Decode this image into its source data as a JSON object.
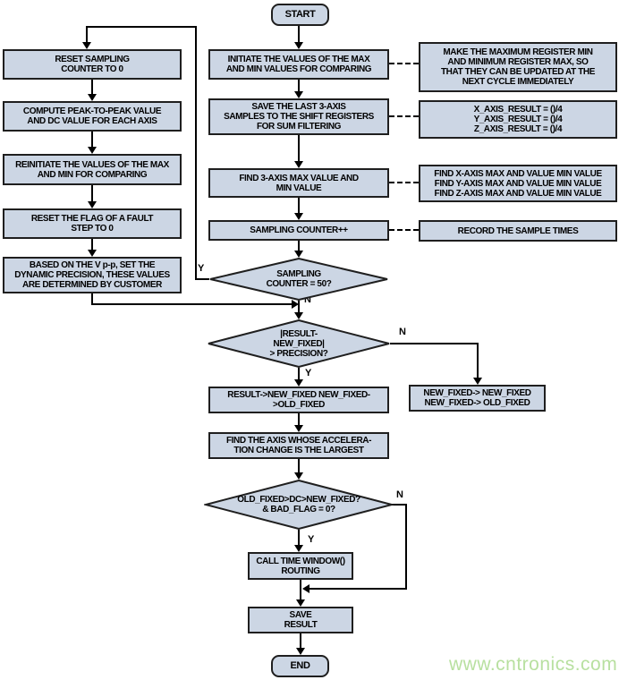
{
  "diagram": {
    "watermark": "www.cntronics.com",
    "nodes": {
      "start": "START",
      "end": "END",
      "reset_sampling_counter": "RESET SAMPLING\nCOUNTER TO 0",
      "compute_peak_to_peak": "COMPUTE PEAK-TO-PEAK VALUE\nAND DC VALUE FOR EACH AXIS",
      "reinitiate_max_min": "REINITIATE THE VALUES OF THE MAX\nAND MIN FOR COMPARING",
      "reset_fault_flag": "RESET THE FLAG OF A FAULT\nSTEP TO 0",
      "dynamic_precision": "BASED ON THE V p-p, SET THE\nDYNAMIC PRECISION, THESE VALUES\nARE DETERMINED BY CUSTOMER",
      "init_max_min": "INITIATE THE VALUES OF THE MAX\nAND MIN VALUES FOR COMPARING",
      "save_shift_registers": "SAVE THE LAST 3-AXIS\nSAMPLES TO THE SHIFT REGISTERS\nFOR SUM FILTERING",
      "find_3axis_max_min": "FIND 3-AXIS MAX VALUE AND\nMIN VALUE",
      "sampling_counter_inc": "SAMPLING COUNTER++",
      "dec_counter_50": "SAMPLING\nCOUNTER = 50?",
      "dec_precision": "|RESULT-\nNEW_FIXED|\n> PRECISION?",
      "result_to_new_fixed": "RESULT->NEW_FIXED NEW_FIXED-\n>OLD_FIXED",
      "find_largest_axis": "FIND THE AXIS WHOSE ACCELERA-\nTION CHANGE IS THE LARGEST",
      "dec_old_fixed": "OLD_FIXED>DC>NEW_FIXED?\n& BAD_FLAG = 0?",
      "call_time_window": "CALL TIME WINDOW()\nROUTING",
      "save_result": "SAVE\nRESULT",
      "note_make_max_min": "MAKE THE MAXIMUM REGISTER MIN\nAND MINIMUM REGISTER MAX, SO\nTHAT THEY CAN BE UPDATED AT THE\nNEXT CYCLE IMMEDIATELY",
      "note_axis_result": "X_AXIS_RESULT = ()/4\nY_AXIS_RESULT = ()/4\nZ_AXIS_RESULT = ()/4",
      "note_find_axis": "FIND X-AXIS MAX AND VALUE MIN VALUE\nFIND Y-AXIS MAX AND VALUE MIN VALUE\nFIND Z-AXIS MAX AND VALUE MIN VALUE",
      "note_record_times": "RECORD THE SAMPLE TIMES",
      "new_fixed_assign": "NEW_FIXED-> NEW_FIXED\nNEW_FIXED-> OLD_FIXED"
    },
    "labels": {
      "d1_yes": "Y",
      "d1_no": "N",
      "d2_yes": "Y",
      "d2_no": "N",
      "d3_yes": "Y",
      "d3_no": "N"
    }
  }
}
